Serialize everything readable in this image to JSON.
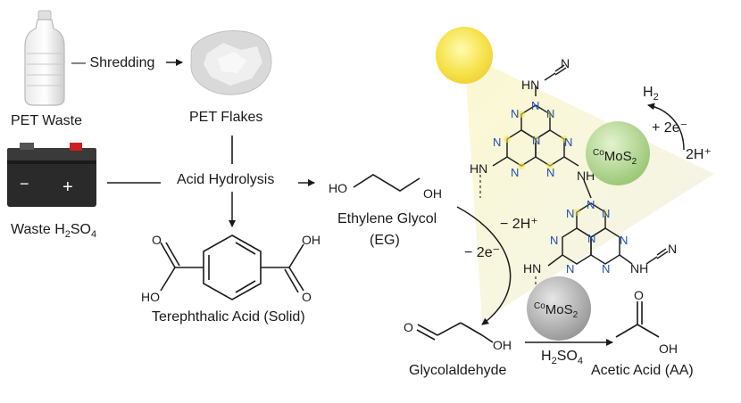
{
  "labels": {
    "pet_waste": "PET Waste",
    "shredding": "Shredding",
    "pet_flakes": "PET Flakes",
    "waste_acid_prefix": "Waste H",
    "waste_acid_s1": "2",
    "waste_acid_mid": "SO",
    "waste_acid_s2": "4",
    "acid_hydrolysis": "Acid Hydrolysis",
    "terephthalic_acid": "Terephthalic Acid (Solid)",
    "ethylene_glycol": "Ethylene Glycol",
    "eg": "(EG)",
    "glycolaldehyde": "Glycolaldehyde",
    "acetic_acid": "Acetic Acid (AA)",
    "minus_2h": "− 2H⁺",
    "minus_2e": "− 2e⁻",
    "plus_2e": "+ 2e⁻",
    "two_h": "2H⁺",
    "h2_h": "H",
    "h2_sub": "2",
    "cat_co": "Co",
    "cat_mos": "MoS",
    "cat_sub": "2",
    "h2so4_h": "H",
    "h2so4_s1": "2",
    "h2so4_mid": "SO",
    "h2so4_s2": "4"
  },
  "atoms": {
    "ho": "HO",
    "oh": "OH",
    "o": "O",
    "n": "N",
    "hn": "HN",
    "nh": "NH",
    "h_n": "H",
    "n_n": "N"
  },
  "icons": {
    "battery_minus": "−",
    "battery_plus": "+"
  },
  "colors": {
    "nitrogen": "#1f4fb5",
    "sun": "#f6e24a",
    "catalyst_green": "#b5d88f",
    "catalyst_gray": "#a9a9a9",
    "light_beam": "#f5f3d8"
  }
}
